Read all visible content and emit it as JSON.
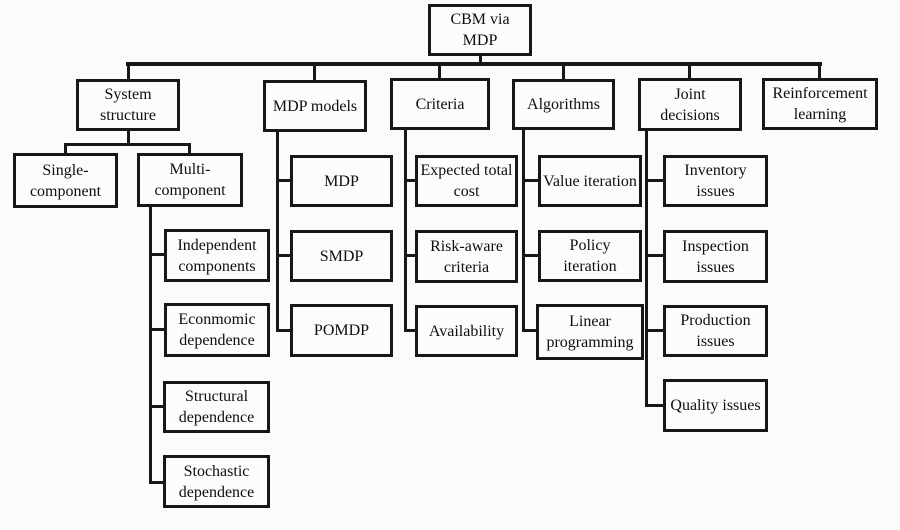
{
  "diagram_title": "CBM via MDP",
  "colors": {
    "line": "#171717",
    "background": "#fbfbfa",
    "box_fill": "#fcfcfb",
    "text": "#0e0e0e"
  },
  "tree": {
    "label": "CBM via MDP",
    "children": [
      {
        "label": "System structure",
        "children": [
          {
            "label": "Single-component"
          },
          {
            "label": "Multi-component",
            "children": [
              {
                "label": "Independent components"
              },
              {
                "label": "Econmomic dependence"
              },
              {
                "label": "Structural dependence"
              },
              {
                "label": "Stochastic dependence"
              }
            ]
          }
        ]
      },
      {
        "label": "MDP models",
        "children": [
          {
            "label": "MDP"
          },
          {
            "label": "SMDP"
          },
          {
            "label": "POMDP"
          }
        ]
      },
      {
        "label": "Criteria",
        "children": [
          {
            "label": "Expected total cost"
          },
          {
            "label": "Risk-aware criteria"
          },
          {
            "label": "Availability"
          }
        ]
      },
      {
        "label": "Algorithms",
        "children": [
          {
            "label": "Value iteration"
          },
          {
            "label": "Policy iteration"
          },
          {
            "label": "Linear programming"
          }
        ]
      },
      {
        "label": "Joint decisions",
        "children": [
          {
            "label": "Inventory issues"
          },
          {
            "label": "Inspection issues"
          },
          {
            "label": "Production issues"
          },
          {
            "label": "Quality issues"
          }
        ]
      },
      {
        "label": "Reinforcement learning"
      }
    ]
  }
}
